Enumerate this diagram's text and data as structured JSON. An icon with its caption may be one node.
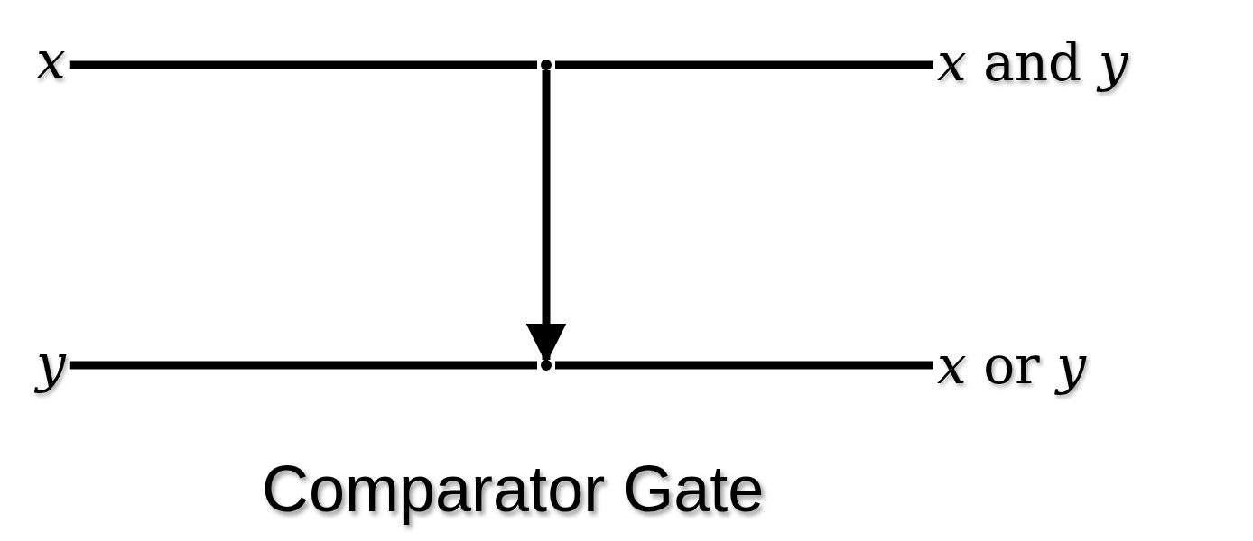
{
  "diagram": {
    "caption": "Comparator Gate",
    "nodes": [
      {
        "text": [
          "x"
        ]
      },
      {
        "text": [
          "*x* and *y*"
        ]
      },
      {
        "text": [
          "y"
        ]
      },
      {
        "text": [
          "*x* or *y*"
        ]
      },
      {
        "text": [],
        "shape": "point"
      },
      {
        "text": [],
        "shape": "point"
      }
    ],
    "edges": [
      {
        "from": 0,
        "to": 4,
        "arrow": "none"
      },
      {
        "from": 4,
        "to": 1,
        "arrow": "none"
      },
      {
        "from": 2,
        "to": 5,
        "arrow": "none"
      },
      {
        "from": 5,
        "to": 3,
        "arrow": "none"
      },
      {
        "from": 4,
        "to": 5,
        "arrow": "to"
      }
    ]
  }
}
